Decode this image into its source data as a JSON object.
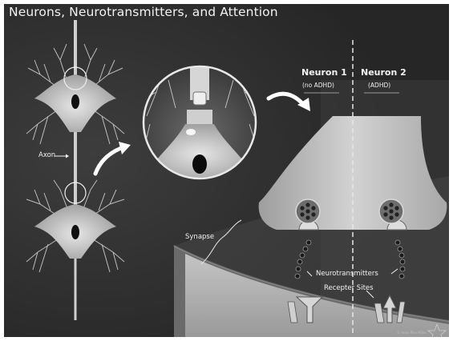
{
  "title": "Neurons, Neurotransmitters, and Attention",
  "labels": {
    "axon": "Axon",
    "synapse": "Synapse",
    "neuron1": "Neuron 1",
    "neuron1_sub": "(no ADHD)",
    "neuron2": "Neuron 2",
    "neuron2_sub": "(ADHD)",
    "neurotransmitters": "Neurotransmitters",
    "receptor_sites": "Recepter Sites"
  },
  "credit": "© Anne Pike Miller",
  "colors": {
    "background": "#2e2e2e",
    "neuron_body": "#c7c7c7",
    "cleft": "#4f4f4f",
    "receiving_cell": "#b8b8b8",
    "text": "#f2f2f2",
    "arrow": "#ffffff"
  },
  "icons": [
    "neuron-icon",
    "magnify-lens-icon",
    "curved-arrow-icon",
    "vesicle-icon",
    "receptor-icon"
  ]
}
